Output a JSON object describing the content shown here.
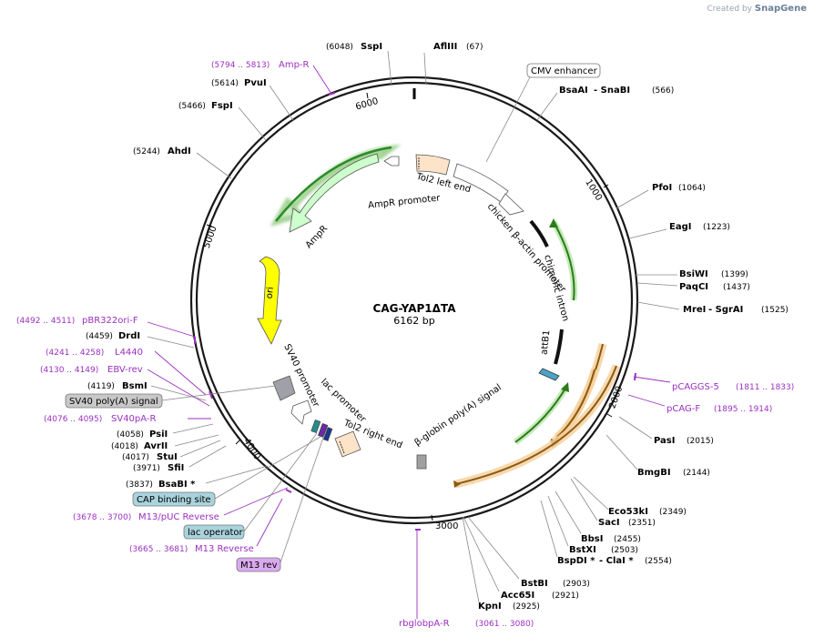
{
  "brand": {
    "prefix": "Created by",
    "name": "SnapGene"
  },
  "plasmid": {
    "name": "CAG-YAP1ΔTA",
    "size_label": "6162 bp"
  },
  "ticks": [
    "1000",
    "2000",
    "3000",
    "4000",
    "5000",
    "6000"
  ],
  "features": [
    "CMV enhancer",
    "Tol2 left end",
    "AmpR promoter",
    "chicken β-actin promoter",
    "chimeric intron",
    "AmpR",
    "ori",
    "attB1",
    "SV40 promoter",
    "lac promoter",
    "Tol2 right end",
    "β-globin poly(A) signal"
  ],
  "enzymes_right": [
    {
      "name": "AflIII",
      "pos": "(67)"
    },
    {
      "name": "BsaAI",
      "name2": " - SnaBI",
      "pos": "(566)"
    },
    {
      "name": "PfoI",
      "pos": "(1064)"
    },
    {
      "name": "EagI",
      "pos": "(1223)"
    },
    {
      "name": "BsiWI",
      "pos": "(1399)"
    },
    {
      "name": "PaqCI",
      "pos": "(1437)"
    },
    {
      "name": "MreI",
      "name2": " - SgrAI",
      "pos": "(1525)"
    },
    {
      "name": "PasI",
      "pos": "(2015)"
    },
    {
      "name": "BmgBI",
      "pos": "(2144)"
    },
    {
      "name": "Eco53kI",
      "pos": "(2349)"
    },
    {
      "name": "SacI",
      "pos": "(2351)"
    },
    {
      "name": "BbsI",
      "pos": "(2455)"
    },
    {
      "name": "BstXI",
      "pos": "(2503)"
    },
    {
      "name": "BspDI *",
      "name2": " - ClaI *",
      "pos": "(2554)"
    },
    {
      "name": "BstBI",
      "pos": "(2903)"
    },
    {
      "name": "Acc65I",
      "pos": "(2921)"
    },
    {
      "name": "KpnI",
      "pos": "(2925)"
    }
  ],
  "enzymes_left": [
    {
      "name": "SspI",
      "pos": "(6048)"
    },
    {
      "name": "PvuI",
      "pos": "(5614)"
    },
    {
      "name": "FspI",
      "pos": "(5466)"
    },
    {
      "name": "AhdI",
      "pos": "(5244)"
    },
    {
      "name": "DrdI",
      "pos": "(4459)"
    },
    {
      "name": "BsmI",
      "pos": "(4119)"
    },
    {
      "name": "PsiI",
      "pos": "(4058)"
    },
    {
      "name": "AvrII",
      "pos": "(4018)"
    },
    {
      "name": "StuI",
      "pos": "(4017)"
    },
    {
      "name": "SfiI",
      "pos": "(3971)"
    },
    {
      "name": "BsaBI *",
      "pos": "(3837)"
    }
  ],
  "primers": [
    {
      "name": "Amp-R",
      "range": "(5794 .. 5813)"
    },
    {
      "name": "pBR322ori-F",
      "range": "(4492 .. 4511)"
    },
    {
      "name": "L4440",
      "range": "(4241 .. 4258)"
    },
    {
      "name": "EBV-rev",
      "range": "(4130 .. 4149)"
    },
    {
      "name": "SV40pA-R",
      "range": "(4076 .. 4095)"
    },
    {
      "name": "M13/pUC Reverse",
      "range": "(3678 .. 3700)"
    },
    {
      "name": "M13 Reverse",
      "range": "(3665 .. 3681)"
    },
    {
      "name": "pCAGGS-5",
      "range": "(1811 .. 1833)"
    },
    {
      "name": "pCAG-F",
      "range": "(1895 .. 1914)"
    },
    {
      "name": "rbglobpA-R",
      "range": "(3061 .. 3080)"
    }
  ],
  "boxed_labels": [
    {
      "name": "SV40 poly(A) signal",
      "color": "#c8c8c8"
    },
    {
      "name": "CAP binding site",
      "color": "#a9d3dd"
    },
    {
      "name": "lac operator",
      "color": "#a9d3dd"
    },
    {
      "name": "M13 rev",
      "color": "#d9a9ee"
    }
  ],
  "colors": {
    "primer": "#9b30c0",
    "ampr_fill": "#ccffcc",
    "ori_fill": "#ffff00",
    "tol2_fill": "#fde3c8",
    "intron_stroke": "#2d7a1a",
    "backbone": "#1a1a1a"
  }
}
